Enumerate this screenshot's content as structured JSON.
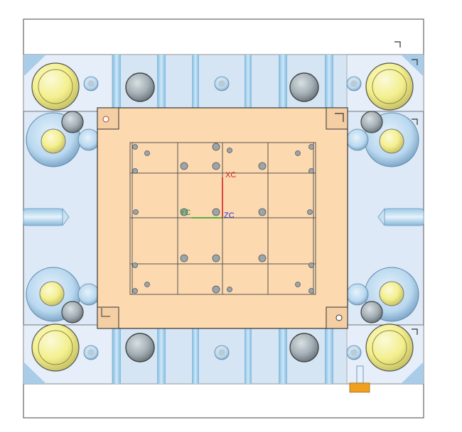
{
  "viewport": {
    "axes": {
      "x_label": "XC",
      "y_label": "YC",
      "z_label": "ZC",
      "x_color": "#d02020",
      "y_color": "#20a020",
      "z_color": "#2030d0"
    }
  },
  "colors": {
    "plate_outline": "#333333",
    "mold_base": "#dbe8f7",
    "mold_base_light": "#e8f0fa",
    "rails": "#a8d0ec",
    "cavity_plate": "#fdd9b0",
    "yellow_bushing": "#f6f3a0",
    "gray_pin": "#a9b5ba",
    "accent_block": "#f0a020"
  }
}
